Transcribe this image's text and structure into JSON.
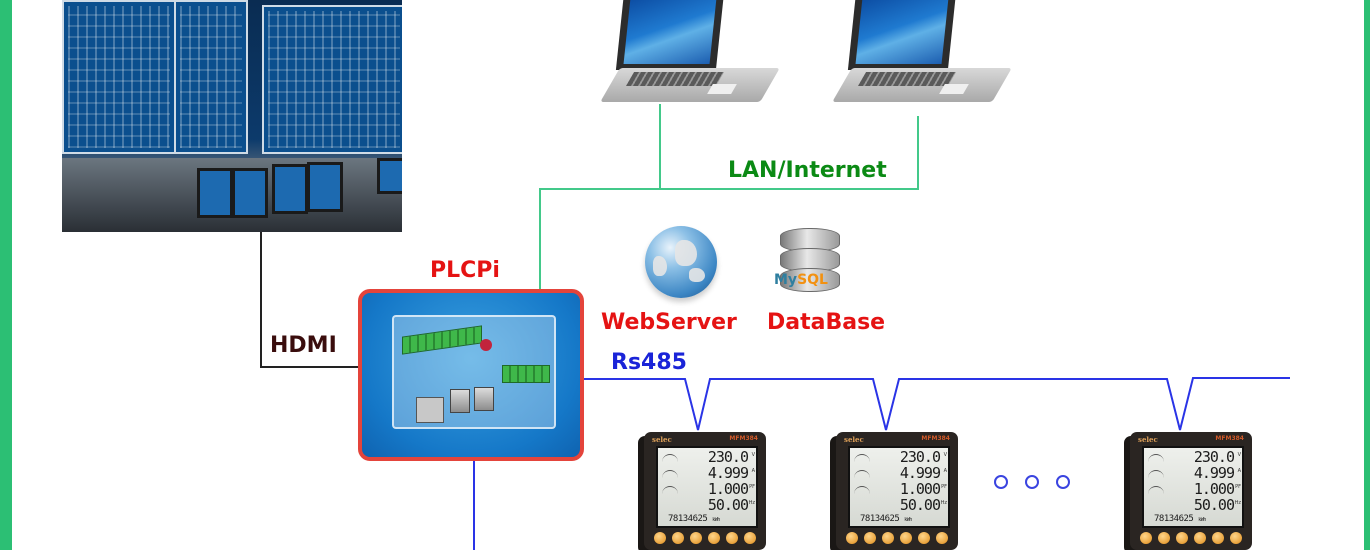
{
  "diagram": {
    "labels": {
      "network": "LAN/Internet",
      "controller": "PLCPi",
      "webserver": "WebServer",
      "database": "DataBase",
      "display_link": "HDMI",
      "fieldbus": "Rs485"
    },
    "database_logo": {
      "my": "My",
      "sql": "SQL"
    },
    "meter": {
      "brand": "selec",
      "model": "MFM384",
      "readings": [
        "230.0",
        "4.999",
        "1.000",
        "50.00"
      ],
      "units": [
        "V",
        "A",
        "PF",
        "Hz"
      ],
      "energy": "78134625",
      "energy_unit": "kWh"
    },
    "meters_shown": 3,
    "ellipsis_dots": 3,
    "colors": {
      "frame": "#2cbf74",
      "lan_line": "#43c98a",
      "lan_text": "#0b8a14",
      "rs485_line": "#2a34e6",
      "rs485_text": "#1a24d8",
      "hdmi_line": "#222222",
      "hdmi_text": "#3a0d0d",
      "red_text": "#e51313",
      "plcpi_border": "#e4443b"
    }
  }
}
